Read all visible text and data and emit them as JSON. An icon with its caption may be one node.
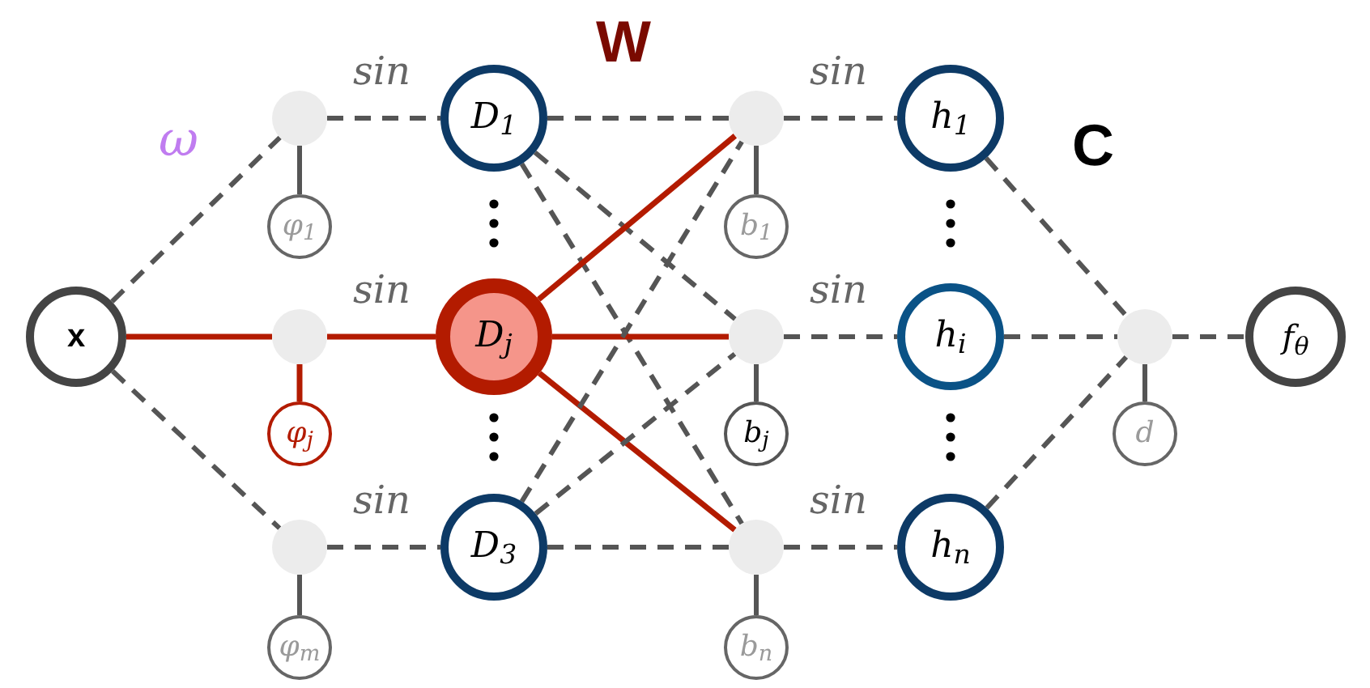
{
  "diagram": {
    "nodes": [
      {
        "text": [
          "x"
        ]
      },
      {
        "text": [],
        "shape": "circle"
      },
      {
        "text": [],
        "shape": "circle"
      },
      {
        "text": [],
        "shape": "circle"
      },
      {
        "text": [
          "φ$_{1}$"
        ]
      },
      {
        "text": [
          "φ$_{j}$"
        ]
      },
      {
        "text": [
          "φ$_{m}$"
        ]
      },
      {
        "text": [
          "D$_{1}$"
        ]
      },
      {
        "text": [
          "D$_{j}$"
        ]
      },
      {
        "text": [
          "D$_{3}$"
        ]
      },
      {
        "text": [],
        "shape": "circle"
      },
      {
        "text": [],
        "shape": "circle"
      },
      {
        "text": [],
        "shape": "circle"
      },
      {
        "text": [
          "b$_{1}$"
        ]
      },
      {
        "text": [
          "b$_{j}$"
        ]
      },
      {
        "text": [
          "b$_{n}$"
        ]
      },
      {
        "text": [
          "h$_{1}$"
        ]
      },
      {
        "text": [
          "h$_{i}$"
        ]
      },
      {
        "text": [
          "h$_{n}$"
        ]
      },
      {
        "text": [],
        "shape": "circle"
      },
      {
        "text": [
          "d"
        ]
      },
      {
        "text": [
          "f$_{θ}$"
        ]
      }
    ],
    "edges": [
      {
        "from": 0,
        "to": 1,
        "arrow": "none",
        "style": "dashed"
      },
      {
        "from": 0,
        "to": 2,
        "arrow": "none",
        "color": "#b31b00"
      },
      {
        "from": 0,
        "to": 3,
        "arrow": "none",
        "style": "dashed"
      },
      {
        "from": 4,
        "to": 1,
        "arrow": "none"
      },
      {
        "from": 5,
        "to": 2,
        "arrow": "none",
        "color": "#b31b00"
      },
      {
        "from": 6,
        "to": 3,
        "arrow": "none"
      },
      {
        "from": 1,
        "to": 7,
        "arrow": "none",
        "style": "dashed"
      },
      {
        "from": 2,
        "to": 8,
        "arrow": "none",
        "color": "#b31b00"
      },
      {
        "from": 3,
        "to": 9,
        "arrow": "none",
        "style": "dashed"
      },
      {
        "from": 7,
        "to": 10,
        "arrow": "none",
        "style": "dashed"
      },
      {
        "from": 7,
        "to": 11,
        "arrow": "none",
        "style": "dashed"
      },
      {
        "from": 7,
        "to": 12,
        "arrow": "none",
        "style": "dashed"
      },
      {
        "from": 8,
        "to": 10,
        "arrow": "none",
        "color": "#b31b00"
      },
      {
        "from": 8,
        "to": 11,
        "arrow": "none",
        "color": "#b31b00"
      },
      {
        "from": 8,
        "to": 12,
        "arrow": "none",
        "color": "#b31b00"
      },
      {
        "from": 9,
        "to": 10,
        "arrow": "none",
        "style": "dashed"
      },
      {
        "from": 9,
        "to": 11,
        "arrow": "none",
        "style": "dashed"
      },
      {
        "from": 9,
        "to": 12,
        "arrow": "none",
        "style": "dashed"
      },
      {
        "from": 13,
        "to": 10,
        "arrow": "none"
      },
      {
        "from": 14,
        "to": 11,
        "arrow": "none"
      },
      {
        "from": 15,
        "to": 12,
        "arrow": "none"
      },
      {
        "from": 10,
        "to": 16,
        "arrow": "none",
        "style": "dashed"
      },
      {
        "from": 11,
        "to": 17,
        "arrow": "none",
        "style": "dashed"
      },
      {
        "from": 12,
        "to": 18,
        "arrow": "none",
        "style": "dashed"
      },
      {
        "from": 16,
        "to": 19,
        "arrow": "none",
        "style": "dashed"
      },
      {
        "from": 17,
        "to": 19,
        "arrow": "none",
        "style": "dashed"
      },
      {
        "from": 18,
        "to": 19,
        "arrow": "none",
        "style": "dashed"
      },
      {
        "from": 20,
        "to": 19,
        "arrow": "none"
      },
      {
        "from": 19,
        "to": 21,
        "arrow": "none",
        "style": "dashed"
      }
    ],
    "labels": [
      "ω",
      "W",
      "sin",
      "sin",
      "C",
      "sin",
      "sin",
      "sin",
      "sin"
    ]
  }
}
